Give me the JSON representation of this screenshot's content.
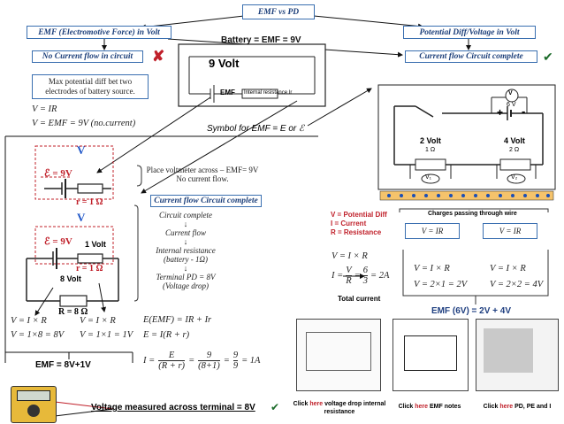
{
  "header": {
    "title": "EMF vs PD"
  },
  "left": {
    "emf_title": "EMF (Electromotive Force) in Volt",
    "no_current": "No Current flow in circuit",
    "max_pd": "Max potential diff bet two electrodes of battery source.",
    "eq1": "V = IR",
    "eq2": "V = EMF = 9V (no.current)"
  },
  "right": {
    "pd_title": "Potential Diff/Voltage in Volt",
    "current_complete": "Current flow Circuit complete"
  },
  "battery": {
    "top_label": "Battery = EMF = 9V",
    "volt": "9 Volt",
    "emf": "EMF",
    "internal": "Internal resistance Ir"
  },
  "symbol": {
    "text": "Symbol for EMF = E or ℰ"
  },
  "circuit1": {
    "v": "V",
    "e": "ℰ = 9V",
    "r": "r = 1 Ω"
  },
  "note1": "Place voltmeter across – EMF= 9V No current flow.",
  "note2": "Current flow Circuit complete",
  "flow": {
    "items": [
      "Circuit complete",
      "↓",
      "Current flow",
      "↓",
      "Internal resistance (battery - 1Ω)",
      "↓",
      "Terminal PD = 8V (Voltage drop)"
    ]
  },
  "circuit2": {
    "v": "V",
    "e": "ℰ = 9V",
    "one_volt": "1 Volt",
    "r": "r = 1 Ω",
    "eight_volt": "8 Volt",
    "R": "R = 8 Ω"
  },
  "eqs_left": {
    "a1": "V = I × R",
    "a2": "V = 1×8 = 8V",
    "b1": "V = I × R",
    "b2": "V = 1×1 = 1V",
    "sum": "EMF = 8V+1V"
  },
  "eqs_mid": {
    "m1": "E(EMF) = IR + Ir",
    "m2": "E = I(R + r)",
    "m3a": "I =",
    "m3b": "E",
    "m3c": "(R + r)",
    "m3d": "=",
    "m3e": "9",
    "m3f": "(8+1)",
    "m3g": "=",
    "m3h": "9",
    "m3i": "9",
    "m3j": "= 1A"
  },
  "right_circuit": {
    "v_top": "V",
    "six_v": "6 V",
    "plus": "+",
    "minus": "-",
    "r1_label": "2 Volt",
    "r1_val": "1 Ω",
    "r2_label": "4 Volt",
    "r2_val": "2 Ω",
    "v1": "V₁",
    "v2": "V₂"
  },
  "legend": {
    "l1": "V = Potential Diff",
    "l2": "I  = Current",
    "l3": "R = Resistance",
    "charges": "Charges passing through wire"
  },
  "right_eqs": {
    "b1": "V = IR",
    "b2": "V = IR",
    "c1": "V = I × R",
    "c2": "I = V/R = 6/3 = 2A",
    "c3": "Total current",
    "d1": "V = I × R",
    "d2": "V = 2×1 = 2V",
    "e1": "V = I × R",
    "e2": "V = 2×2 = 4V",
    "emf": "EMF (6V) = 2V + 4V",
    "frac_num": "V",
    "frac_den": "R",
    "frac_num2": "6",
    "frac_den2": "3",
    "frac_tail": "= 2A"
  },
  "bottom": {
    "voltage_terminal": "Voltage measured across terminal = 8V",
    "click1_pre": "Click ",
    "click1_here": "here",
    "click1_post": " voltage drop internal resistance",
    "click2_pre": "Click ",
    "click2_here": "here",
    "click2_post": " EMF notes",
    "click3_pre": "Click ",
    "click3_here": "here",
    "click3_post": " PD, PE and I"
  },
  "colors": {
    "red": "#c0202a",
    "blue": "#3a6fb0",
    "green": "#1b6b2a",
    "accent_blue": "#1f56c8"
  }
}
